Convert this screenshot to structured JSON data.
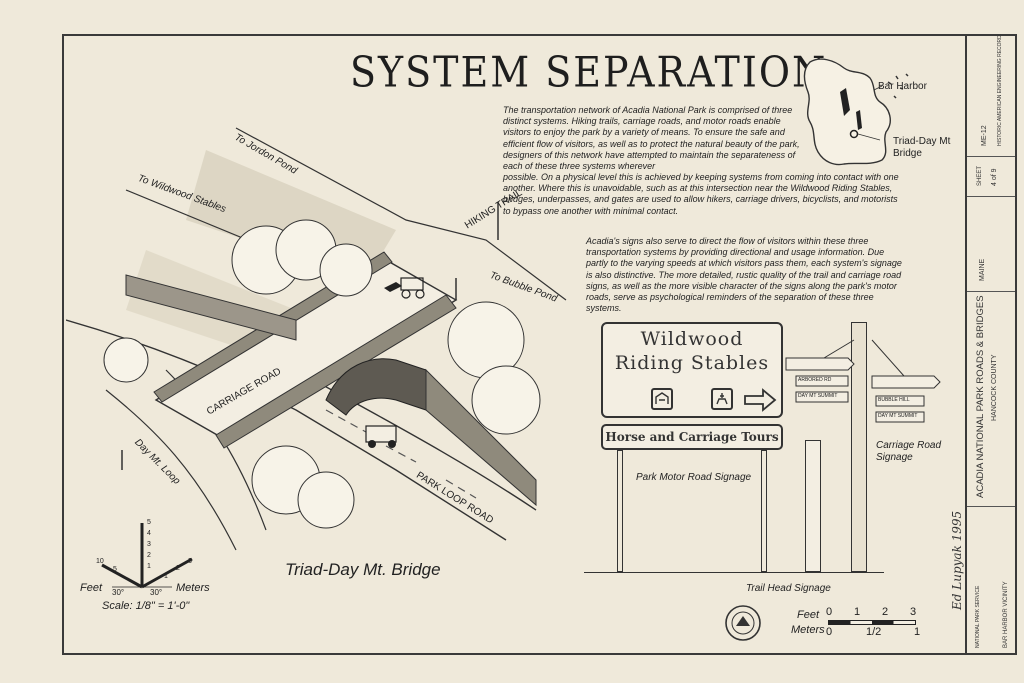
{
  "sheet": {
    "title": "SYSTEM SEPARATION",
    "drawing_caption": "Triad-Day Mt. Bridge",
    "paragraph1_a": "The transportation network of Acadia National Park is comprised of three distinct systems. Hiking trails, carriage roads, and motor roads enable visitors to enjoy the park by a variety of means. To ensure the safe and efficient flow of visitors, as well as to protect the natural beauty of the park, designers of this network have attempted to maintain the separateness of each of these three systems wherever",
    "paragraph1_b": "possible. On a physical level this is achieved by keeping systems from coming into contact with one another. Where this is unavoidable, such as at this intersection near the Wildwood Riding Stables, bridges, underpasses, and gates are used to allow hikers, carriage drivers, bicyclists, and motorists to bypass one another with minimal contact.",
    "paragraph2": "Acadia's signs also serve to direct the flow of visitors within these three transportation systems by providing directional and usage information. Due partly to the varying speeds at which visitors pass them, each system's signage is also distinctive. The more detailed, rustic quality of the trail and carriage road signs, as well as the more visible character of the signs along the park's motor roads, serve as psychological reminders of the separation of these three systems."
  },
  "map_labels": {
    "bar_harbor": "Bar Harbor",
    "triad_day_bridge": "Triad-Day Mt\nBridge"
  },
  "drawing_labels": {
    "to_jordan_pond": "To Jordon Pond",
    "to_wildwood_stables": "To Wildwood Stables",
    "hiking_trail": "HIKING TRAIL",
    "to_bubble_pond": "To Bubble Pond",
    "carriage_road": "CARRIAGE ROAD",
    "day_mt_loop": "Day Mt. Loop",
    "park_loop_road": "PARK LOOP ROAD"
  },
  "signage": {
    "main_line1": "Wildwood",
    "main_line2": "Riding Stables",
    "sub_sign": "Horse and Carriage Tours",
    "park_motor_label": "Park Motor Road Signage",
    "carriage_road_label": "Carriage Road\nSignage",
    "trail_head_label": "Trail Head Signage",
    "post_sign1": "ARBORED RD",
    "post_sign2": "DAY MT SUMMIT",
    "post_sign3": "BUBBLE HILL",
    "post_sign4": "DAY MT SUMMIT"
  },
  "scale_left": {
    "feet": "Feet",
    "meters": "Meters",
    "scale_text": "Scale: 1/8\" = 1'-0\"",
    "angle1": "30°",
    "angle2": "30°",
    "ticks_vertical": [
      "5",
      "4",
      "3",
      "2",
      "1"
    ],
    "ticks_feet": [
      "10",
      "5"
    ],
    "ticks_meters": [
      "1",
      "2",
      "3"
    ]
  },
  "scale_right": {
    "feet": "Feet",
    "meters": "Meters",
    "feet_ticks": [
      "0",
      "1",
      "2",
      "3"
    ],
    "meter_ticks": [
      "0",
      "1/2",
      "1"
    ]
  },
  "signature": "Ed Lupyak 1995",
  "title_block": {
    "project": "ACADIA NATIONAL PARK ROADS & BRIDGES",
    "county": "HANCOCK COUNTY",
    "vicinity": "BAR HARBOR VICINITY",
    "state": "MAINE",
    "sheet_label": "SHEET",
    "sheet_no": "4 of 9",
    "survey_no": "ME-12",
    "agency": "NATIONAL PARK SERVICE",
    "program": "HISTORIC AMERICAN ENGINEERING RECORD"
  }
}
